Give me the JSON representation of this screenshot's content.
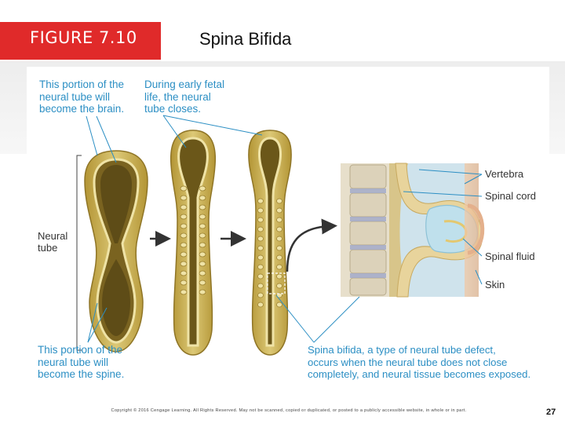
{
  "header": {
    "figure_label": "FIGURE 7.10",
    "title": "Spina Bifida"
  },
  "labels": {
    "brain_portion": "This portion of the\nneural tube will\nbecome the brain.",
    "early_fetal": "During early fetal\nlife, the neural\ntube closes.",
    "neural_tube": "Neural\ntube",
    "spine_portion": "This portion of the\nneural tube will\nbecome the spine.",
    "spina_bifida_desc": "Spina bifida, a type of neural tube defect,\noccurs when the neural tube does not close\ncompletely, and neural tissue becomes exposed.",
    "vertebra": "Vertebra",
    "spinal_cord": "Spinal cord",
    "spinal_fluid": "Spinal fluid",
    "skin": "Skin"
  },
  "footer": {
    "copyright": "Copyright © 2016 Cengage Learning. All Rights Reserved. May not be scanned, copied or duplicated, or posted to a publicly accessible website, in whole or in part.",
    "page_number": "27"
  },
  "colors": {
    "brand_red": "#e02a2a",
    "label_blue": "#2c8fc4",
    "tube_tan": "#c9b15a",
    "tube_light": "#efe3a6"
  }
}
